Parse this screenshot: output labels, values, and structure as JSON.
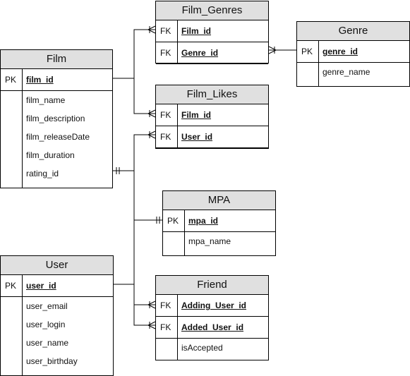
{
  "entities": {
    "film": {
      "title": "Film",
      "keys": [
        {
          "type": "PK",
          "name": "film_id"
        }
      ],
      "attributes": [
        "film_name",
        "film_description",
        "film_releaseDate",
        "film_duration",
        "rating_id"
      ]
    },
    "film_genres": {
      "title": "Film_Genres",
      "keys": [
        {
          "type": "FK",
          "name": "Film_id"
        },
        {
          "type": "FK",
          "name": "Genre_id"
        }
      ],
      "attributes": []
    },
    "genre": {
      "title": "Genre",
      "keys": [
        {
          "type": "PK",
          "name": "genre_id"
        }
      ],
      "attributes": [
        "genre_name"
      ]
    },
    "film_likes": {
      "title": "Film_Likes",
      "keys": [
        {
          "type": "FK",
          "name": "Film_id"
        },
        {
          "type": "FK",
          "name": "User_id"
        }
      ],
      "attributes": []
    },
    "mpa": {
      "title": "MPA",
      "keys": [
        {
          "type": "PK",
          "name": "mpa_id"
        }
      ],
      "attributes": [
        "mpa_name"
      ]
    },
    "user": {
      "title": "User",
      "keys": [
        {
          "type": "PK",
          "name": "user_id"
        }
      ],
      "attributes": [
        "user_email",
        "user_login",
        "user_name",
        "user_birthday"
      ]
    },
    "friend": {
      "title": "Friend",
      "keys": [
        {
          "type": "FK",
          "name": "Adding_User_id"
        },
        {
          "type": "FK",
          "name": "Added_User_id"
        }
      ],
      "attributes": [
        "isAccepted"
      ]
    }
  },
  "relationships": [
    {
      "from": "Film.film_id",
      "to": "Film_Genres.Film_id",
      "from_end": "one",
      "to_end": "many"
    },
    {
      "from": "Genre.genre_id",
      "to": "Film_Genres.Genre_id",
      "from_end": "one",
      "to_end": "many"
    },
    {
      "from": "Film.film_id",
      "to": "Film_Likes.Film_id",
      "from_end": "one",
      "to_end": "many"
    },
    {
      "from": "User.user_id",
      "to": "Film_Likes.User_id",
      "from_end": "one",
      "to_end": "many"
    },
    {
      "from": "Film.rating_id",
      "to": "MPA.mpa_id",
      "from_end": "one",
      "to_end": "one"
    },
    {
      "from": "User.user_id",
      "to": "Friend.Adding_User_id",
      "from_end": "one",
      "to_end": "many"
    },
    {
      "from": "User.user_id",
      "to": "Friend.Added_User_id",
      "from_end": "one",
      "to_end": "many"
    }
  ]
}
